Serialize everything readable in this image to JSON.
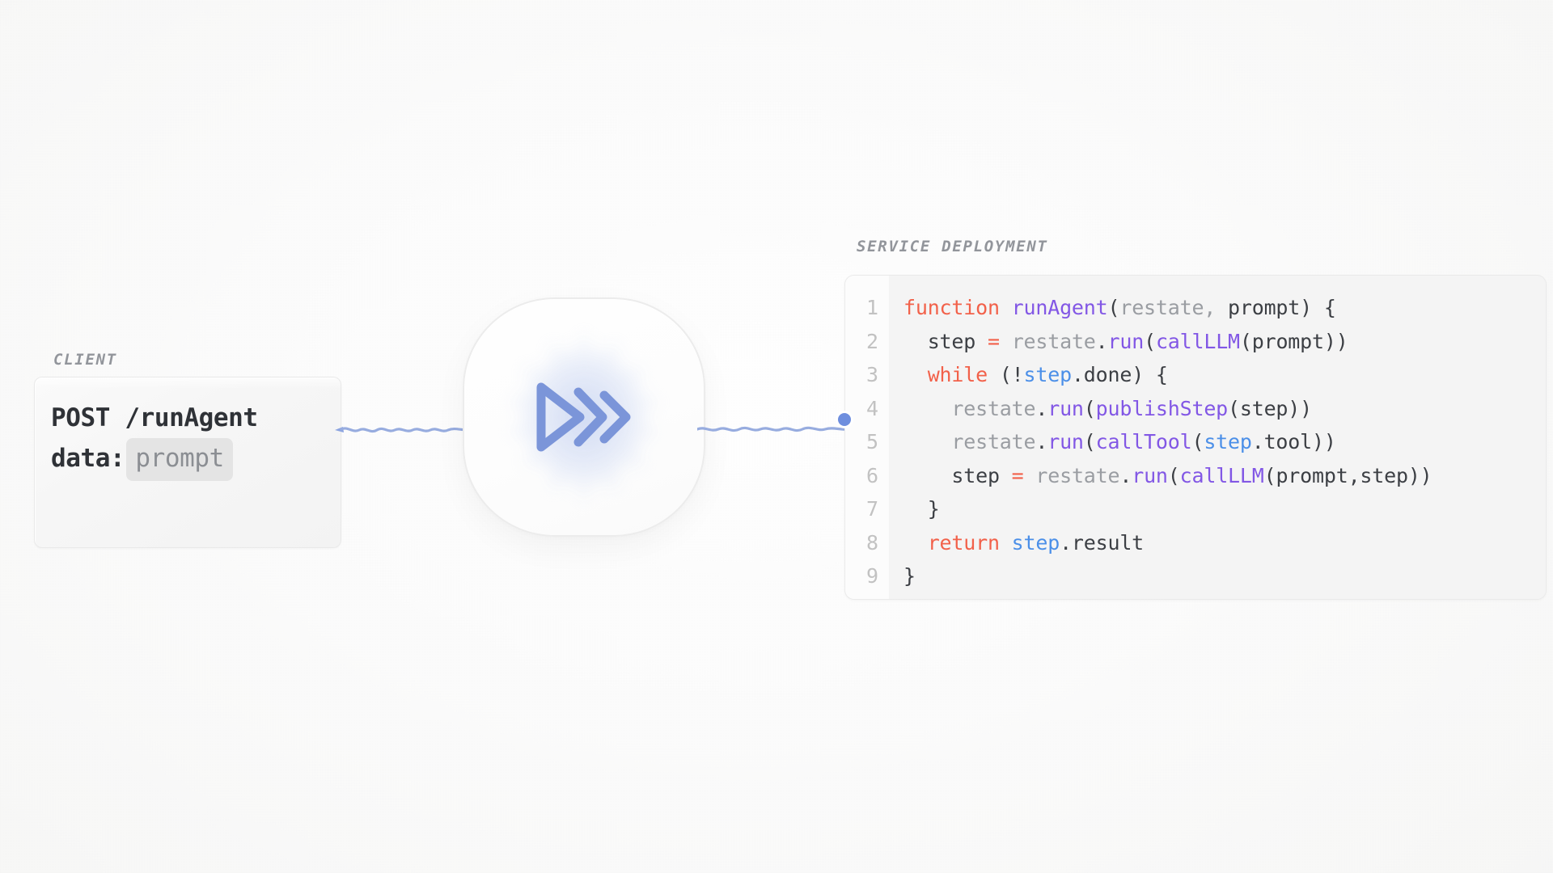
{
  "theme": {
    "background": "#fbfbfb",
    "accent_blue": "#7b95d9",
    "dot_blue": "#6e8ede",
    "keyword_red": "#f2614a",
    "function_purple": "#8257e5",
    "variable_blue": "#4b8fe8",
    "text_dark": "#3c3f44",
    "label_gray": "#92959b"
  },
  "client": {
    "label": "CLIENT",
    "request_line": "POST /runAgent",
    "data_key": "data:",
    "data_value": "prompt"
  },
  "center": {
    "logo_name": "restate-logo",
    "logo_alt": "play-chevrons-icon"
  },
  "connectors": {
    "left_name": "client-to-service-connector",
    "right_name": "service-to-code-connector",
    "endpoint_marker": "entry-point-dot"
  },
  "service": {
    "label": "SERVICE DEPLOYMENT",
    "line_numbers": [
      "1",
      "2",
      "3",
      "4",
      "5",
      "6",
      "7",
      "8",
      "9"
    ],
    "code_lines": [
      "function runAgent(restate, prompt) {",
      "  step = restate.run(callLLM(prompt))",
      "  while (!step.done) {",
      "    restate.run(publishStep(step))",
      "    restate.run(callTool(step.tool))",
      "    step = restate.run(callLLM(prompt,step))",
      "  }",
      "  return step.result",
      "}"
    ],
    "tokens": [
      [
        {
          "t": "function",
          "c": "kw"
        },
        {
          "t": " ",
          "c": "txt"
        },
        {
          "t": "runAgent",
          "c": "fn"
        },
        {
          "t": "(",
          "c": "txt"
        },
        {
          "t": "restate, ",
          "c": "dim"
        },
        {
          "t": "prompt",
          "c": "txt"
        },
        {
          "t": ") {",
          "c": "txt"
        }
      ],
      [
        {
          "t": "  step ",
          "c": "txt"
        },
        {
          "t": "=",
          "c": "op"
        },
        {
          "t": " ",
          "c": "txt"
        },
        {
          "t": "restate",
          "c": "dim"
        },
        {
          "t": ".",
          "c": "txt"
        },
        {
          "t": "run",
          "c": "fn"
        },
        {
          "t": "(",
          "c": "txt"
        },
        {
          "t": "callLLM",
          "c": "fn"
        },
        {
          "t": "(prompt))",
          "c": "txt"
        }
      ],
      [
        {
          "t": "  ",
          "c": "txt"
        },
        {
          "t": "while",
          "c": "kw"
        },
        {
          "t": " (!",
          "c": "txt"
        },
        {
          "t": "step",
          "c": "var"
        },
        {
          "t": ".done) {",
          "c": "txt"
        }
      ],
      [
        {
          "t": "    ",
          "c": "txt"
        },
        {
          "t": "restate",
          "c": "dim"
        },
        {
          "t": ".",
          "c": "txt"
        },
        {
          "t": "run",
          "c": "fn"
        },
        {
          "t": "(",
          "c": "txt"
        },
        {
          "t": "publishStep",
          "c": "fn"
        },
        {
          "t": "(step))",
          "c": "txt"
        }
      ],
      [
        {
          "t": "    ",
          "c": "txt"
        },
        {
          "t": "restate",
          "c": "dim"
        },
        {
          "t": ".",
          "c": "txt"
        },
        {
          "t": "run",
          "c": "fn"
        },
        {
          "t": "(",
          "c": "txt"
        },
        {
          "t": "callTool",
          "c": "fn"
        },
        {
          "t": "(",
          "c": "txt"
        },
        {
          "t": "step",
          "c": "var"
        },
        {
          "t": ".tool))",
          "c": "txt"
        }
      ],
      [
        {
          "t": "    step ",
          "c": "txt"
        },
        {
          "t": "=",
          "c": "op"
        },
        {
          "t": " ",
          "c": "txt"
        },
        {
          "t": "restate",
          "c": "dim"
        },
        {
          "t": ".",
          "c": "txt"
        },
        {
          "t": "run",
          "c": "fn"
        },
        {
          "t": "(",
          "c": "txt"
        },
        {
          "t": "callLLM",
          "c": "fn"
        },
        {
          "t": "(prompt,step))",
          "c": "txt"
        }
      ],
      [
        {
          "t": "  }",
          "c": "txt"
        }
      ],
      [
        {
          "t": "  ",
          "c": "txt"
        },
        {
          "t": "return",
          "c": "kw"
        },
        {
          "t": " ",
          "c": "txt"
        },
        {
          "t": "step",
          "c": "var"
        },
        {
          "t": ".result",
          "c": "txt"
        }
      ],
      [
        {
          "t": "}",
          "c": "txt"
        }
      ]
    ]
  }
}
